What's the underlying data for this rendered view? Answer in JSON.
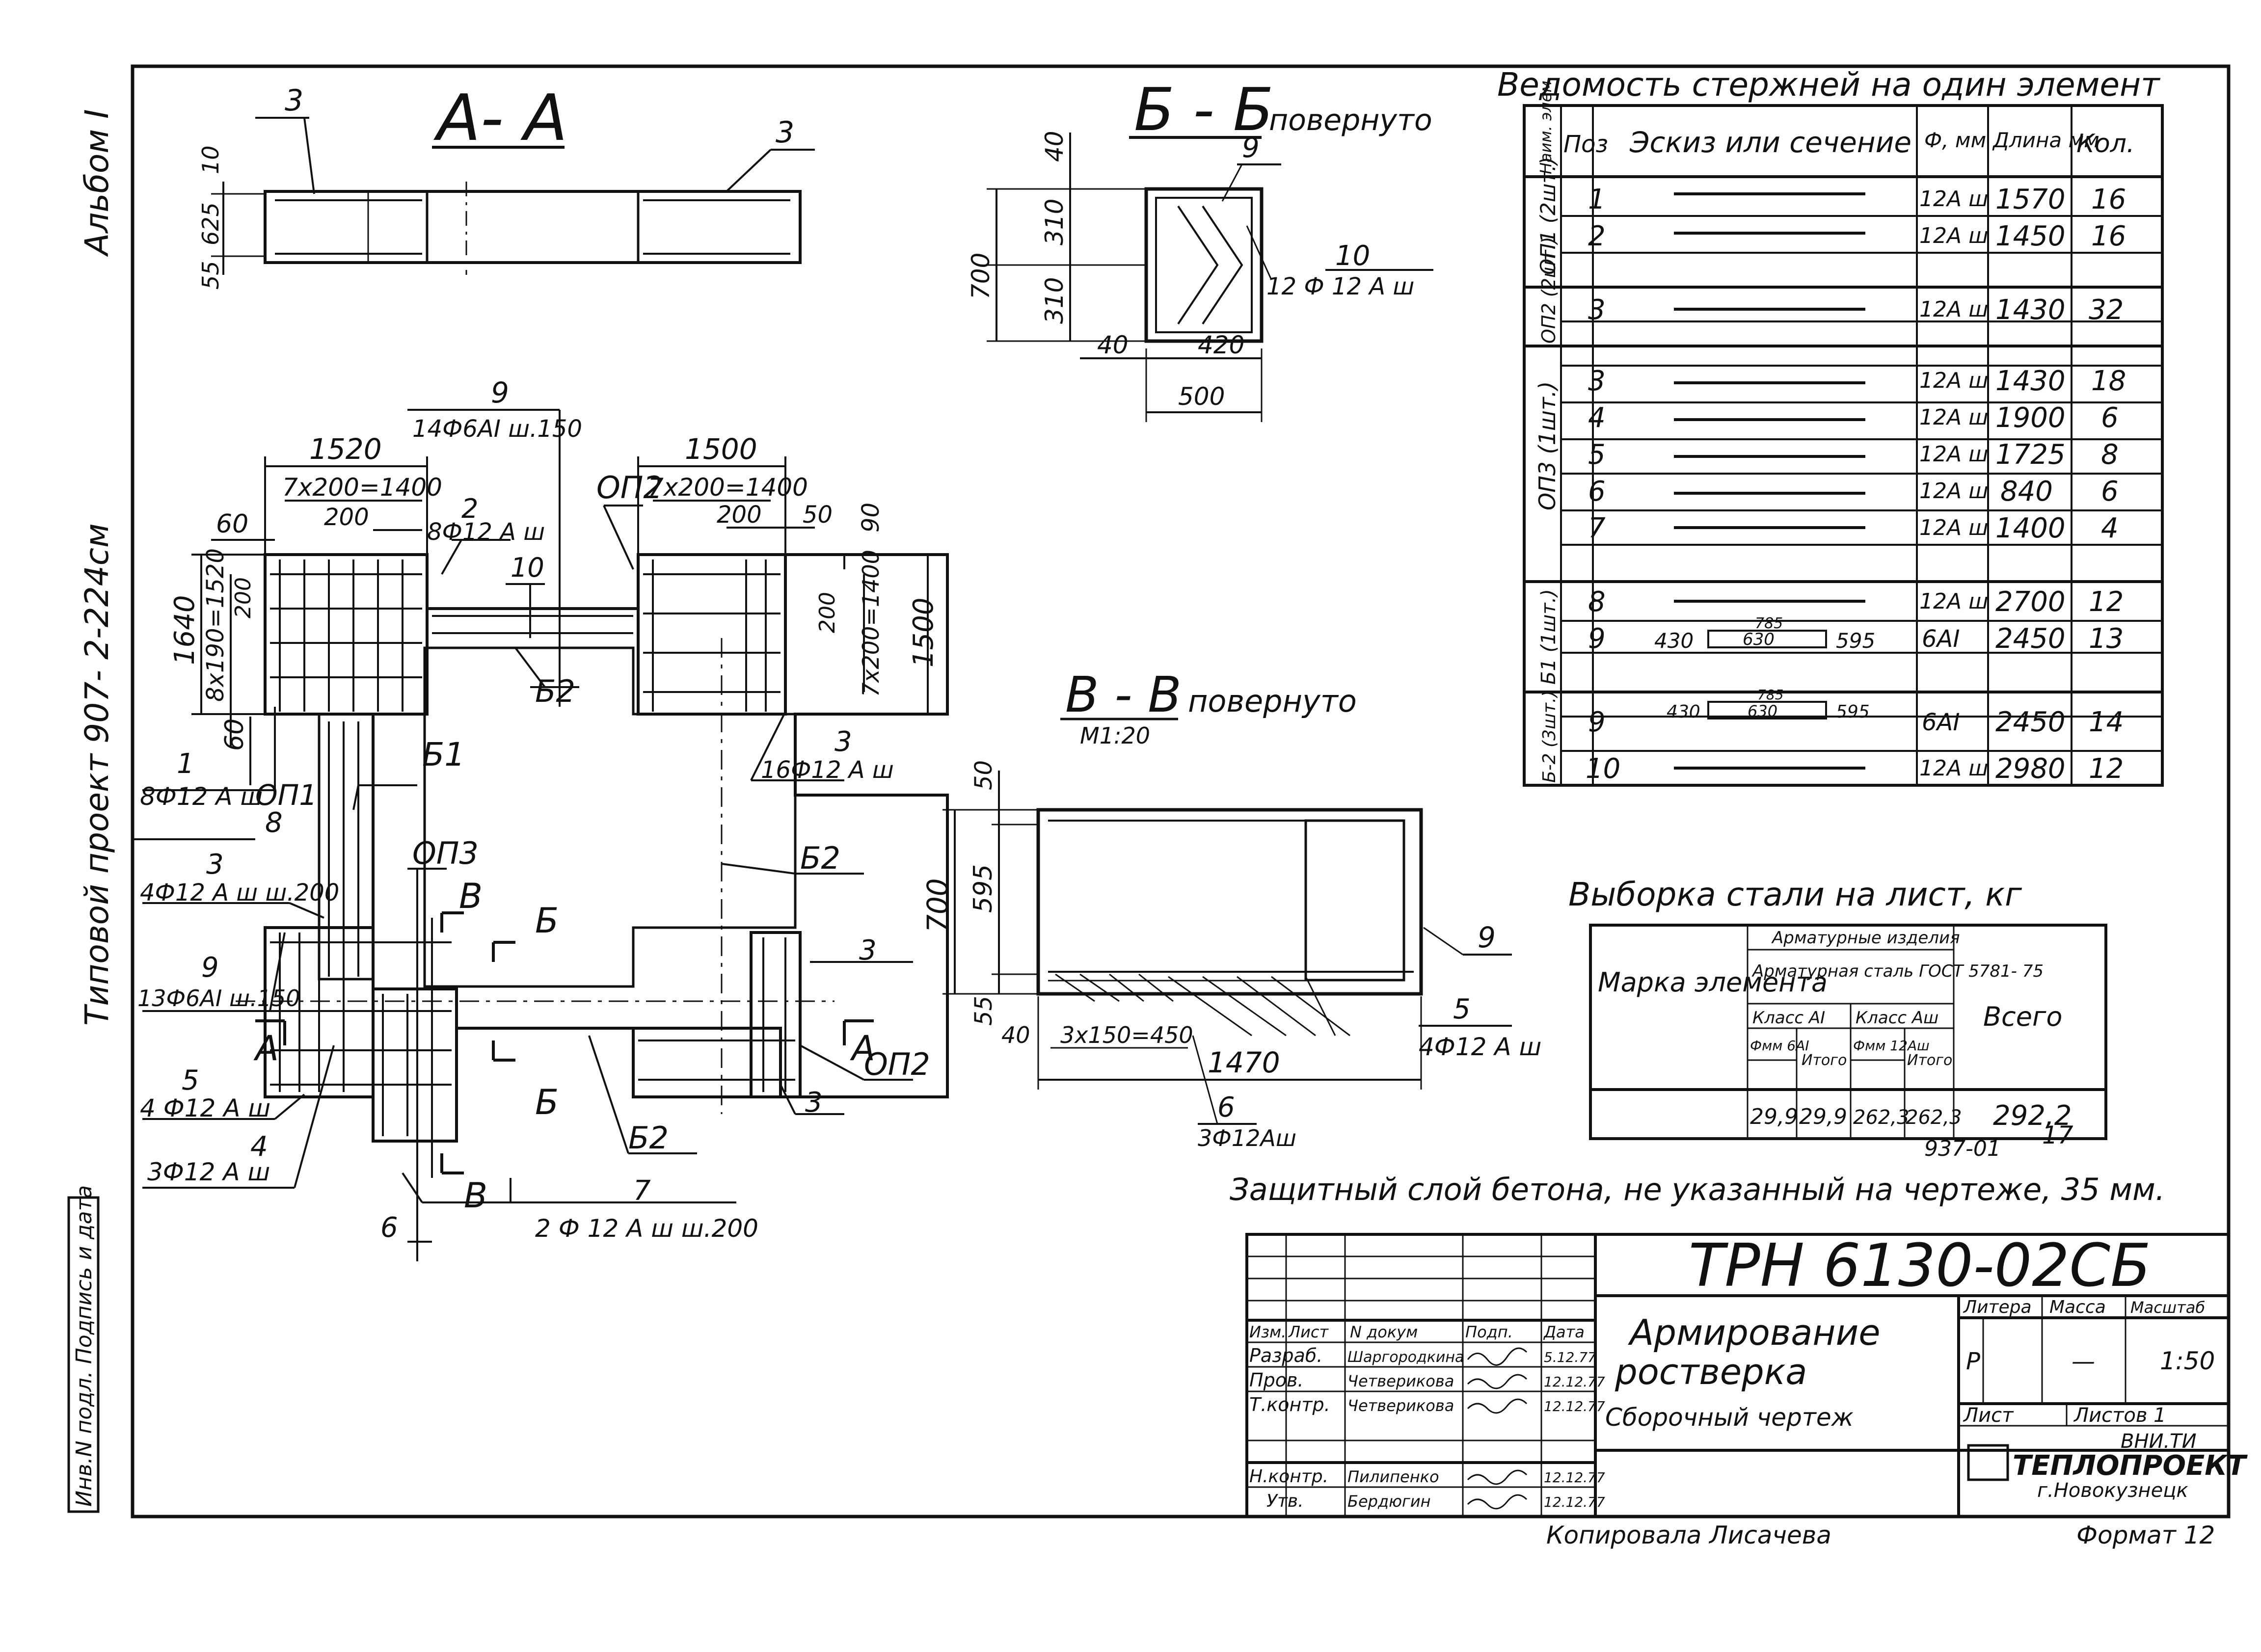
{
  "side": {
    "album": "Альбом I",
    "project": "Типовой проект 907- 2-224см",
    "inv_stamp": "Инв.N подл. Подпись и дата"
  },
  "section_aa": {
    "title": "А- А",
    "pos_left": "3",
    "pos_right": "3",
    "dim_top": "10",
    "dim_mid": "625",
    "dim_bottom": "55"
  },
  "section_bb": {
    "title": "Б - Б",
    "suffix": "повернуто",
    "pos_9": "9",
    "pos_10": "10",
    "bars_note": "12 Ф 12 А ш",
    "dim_40_top": "40",
    "dim_310_a": "310",
    "dim_310_b": "310",
    "dim_700": "700",
    "dim_40_bottom": "40",
    "dim_420": "420",
    "dim_500": "500"
  },
  "section_vv": {
    "title": "В - В",
    "scale": "М1:20",
    "suffix": "повернуто",
    "dim_50": "50",
    "dim_595": "595",
    "dim_700": "700",
    "dim_55": "55",
    "dim_40": "40",
    "spacing": "3х150=450",
    "dim_1470": "1470",
    "pos_9": "9",
    "pos_5": "5",
    "pos_5_note": "4Ф12 А ш",
    "pos_6": "6",
    "pos_6_note": "3Ф12Аш"
  },
  "plan": {
    "d1520": "1520",
    "d7x200_l": "7х200=1400",
    "d200_l": "200",
    "d60_top": "60",
    "d1640": "1640",
    "d8x190": "8х190=1520",
    "d200_v": "200",
    "d60_bot": "60",
    "d1500_top": "1500",
    "d7x200_r": "7х200=1400",
    "d200_r": "200",
    "d50": "50",
    "d90": "90",
    "d200_vr": "200",
    "d7x200_vr": "7х200=1400",
    "d1500_v": "1500",
    "pos9_top": "9",
    "pos9_top_note": "14Ф6АI ш.150",
    "op2_top": "ОП2",
    "pos2": "2",
    "pos2_note": "8Ф12 А ш",
    "pos10": "10",
    "b2_upper": "Б2",
    "b1": "Б1",
    "op3": "ОП3",
    "pos1": "1",
    "pos1_note": "8Ф12 А ш",
    "op1": "ОП1",
    "pos8": "8",
    "pos3_left": "3",
    "pos3_left_note": "4Ф12 А ш ш.200",
    "pos9_left": "9",
    "pos9_left_note": "13Ф6АI ш.150",
    "a_left": "А",
    "a_right": "А",
    "pos5": "5",
    "pos5_note": "4 Ф12 А ш",
    "pos4": "4",
    "pos4_note": "3Ф12 А ш",
    "pos6": "6",
    "v_up": "В",
    "v_down": "В",
    "b_up": "Б",
    "b_down": "Б",
    "b2_mid": "Б2",
    "b2_low": "Б2",
    "op2_low": "ОП2",
    "pos3_right": "3",
    "pos3_right_note": "16Ф12 А ш",
    "pos3_r2": "3",
    "pos3_r3": "3",
    "pos7": "7",
    "pos7_note": "2 Ф 12 А ш ш.200"
  },
  "bars_table": {
    "title": "Ведомость стержней на один элемент",
    "headers": [
      "Наим. элем",
      "Поз",
      "Эскиз или сечение",
      "Ф, мм",
      "Длина мм",
      "Кол."
    ],
    "rows": [
      {
        "elem": "ОП1 (2шт.)",
        "pos": "1",
        "dia": "12А ш",
        "len": "1570",
        "qty": "16"
      },
      {
        "elem": "",
        "pos": "2",
        "dia": "12А ш",
        "len": "1450",
        "qty": "16"
      },
      {
        "elem": "ОП2 (2шт.)",
        "pos": "3",
        "dia": "12А ш",
        "len": "1430",
        "qty": "32"
      },
      {
        "elem": "ОП3 (1шт.)",
        "pos": "3",
        "dia": "12А ш",
        "len": "1430",
        "qty": "18"
      },
      {
        "elem": "",
        "pos": "4",
        "dia": "12А ш",
        "len": "1900",
        "qty": "6"
      },
      {
        "elem": "",
        "pos": "5",
        "dia": "12А ш",
        "len": "1725",
        "qty": "8"
      },
      {
        "elem": "",
        "pos": "6",
        "dia": "12А ш",
        "len": "840",
        "qty": "6"
      },
      {
        "elem": "",
        "pos": "7",
        "dia": "12А ш",
        "len": "1400",
        "qty": "4"
      },
      {
        "elem": "Б1 (1шт.)",
        "pos": "8",
        "dia": "12А ш",
        "len": "2700",
        "qty": "12"
      },
      {
        "elem": "",
        "pos": "9",
        "dia": "6АI",
        "len": "2450",
        "qty": "13"
      },
      {
        "elem": "Б-2 (3шт.)",
        "pos": "9",
        "dia": "6АI",
        "len": "2450",
        "qty": "14"
      },
      {
        "elem": "",
        "pos": "10",
        "dia": "12А ш",
        "len": "2980",
        "qty": "12"
      }
    ],
    "sketch_a": "430",
    "sketch_b": "630",
    "sketch_c": "595",
    "sketch_top": "785"
  },
  "steel_table": {
    "title": "Выборка стали на лист, кг",
    "mark_label": "Марка элемента",
    "h_group": "Арматурные изделия",
    "h_steel": "Арматурная сталь ГОСТ 5781- 75",
    "h_class1": "Класс АI",
    "h_class3": "Класс Аш",
    "h_phi1": "Фмм 6АI",
    "h_itogo1": "Итого",
    "h_phi3": "Фмм 12Аш",
    "h_itogo3": "Итого",
    "h_total": "Всего",
    "values": [
      "29,9",
      "29,9",
      "262,3",
      "262,3",
      "292,2"
    ],
    "ref": "937-01",
    "ref2": "17"
  },
  "note": "Защитный слой бетона, не указанный на чертеже, 35 мм.",
  "title_block": {
    "code": "ТРН 6130-02СБ",
    "title_line1": "Армирование",
    "title_line2": "ростверка",
    "subtitle": "Сборочный чертеж",
    "hdr_litera": "Литера",
    "hdr_massa": "Масса",
    "hdr_scale": "Масштаб",
    "litera": "Р",
    "massa": "—",
    "scale": "1:50",
    "list_label": "Лист",
    "lists_label": "Листов 1",
    "col_headers": [
      "Изм.",
      "Лист",
      "N докум",
      "Подп.",
      "Дата"
    ],
    "staff": [
      {
        "role": "Разраб.",
        "name": "Шаргородкина",
        "date": "5.12.77"
      },
      {
        "role": "Пров.",
        "name": "Четверикова",
        "date": "12.12.77"
      },
      {
        "role": "Т.контр.",
        "name": "Четверикова",
        "date": "12.12.77"
      },
      {
        "role": "Н.контр.",
        "name": "Пилипенко",
        "date": "12.12.77"
      },
      {
        "role": "Утв.",
        "name": "Бердюгин",
        "date": "12.12.77"
      }
    ],
    "org_line1": "ВНИ.ТИ",
    "org_line2": "ТЕПЛОПРОЕКТ",
    "org_line3": "г.Новокузнецк",
    "copied": "Копировала Лисачева",
    "format": "Формат 12"
  }
}
